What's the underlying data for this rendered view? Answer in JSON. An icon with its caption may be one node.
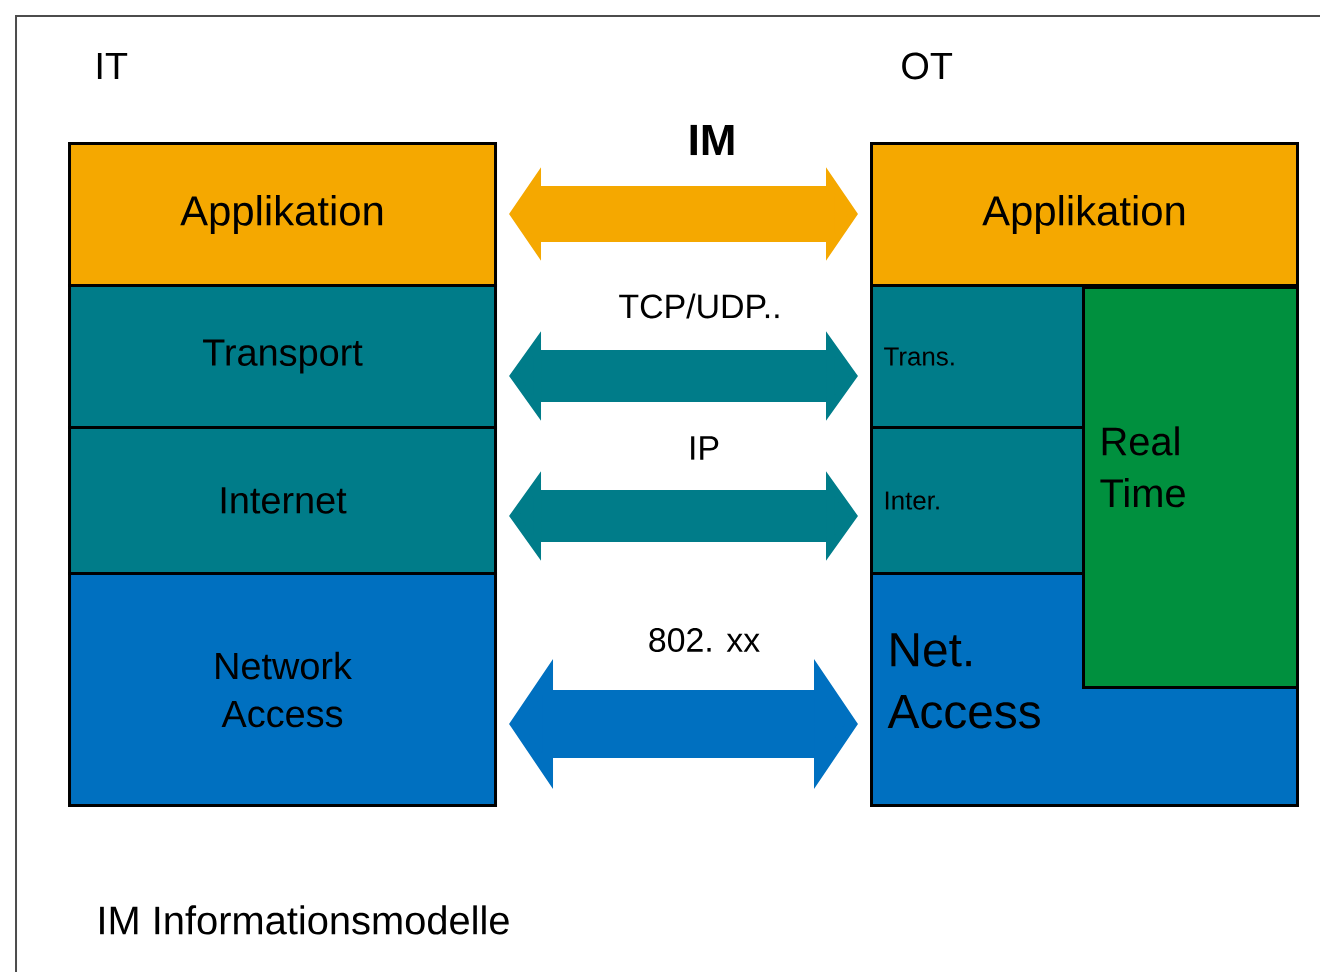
{
  "diagram": {
    "nodes": [
      {
        "text": [
          "Applikation"
        ]
      },
      {
        "text": [
          "Transport"
        ]
      },
      {
        "text": [
          "Internet"
        ]
      },
      {
        "text": [
          "Network Access"
        ]
      },
      {
        "text": [
          "Applikation"
        ]
      },
      {
        "text": [
          "Trans."
        ]
      },
      {
        "text": [
          "Inter."
        ]
      },
      {
        "text": [
          "Net. Access"
        ]
      },
      {
        "text": [
          "Real Time"
        ]
      }
    ],
    "edges": [
      {
        "from": 0,
        "to": 4,
        "arrow": "both",
        "label": "IM",
        "color": "#f5a800"
      },
      {
        "from": 1,
        "to": 5,
        "arrow": "both",
        "label": "TCP/UDP.."
      },
      {
        "from": 2,
        "to": 6,
        "arrow": "both",
        "label": "IP"
      },
      {
        "from": 3,
        "to": 7,
        "arrow": "both",
        "label": "802. xx",
        "color": "#0070c0"
      }
    ],
    "labels": [
      "IT",
      "OT",
      "IM Informationsmodelle"
    ]
  }
}
